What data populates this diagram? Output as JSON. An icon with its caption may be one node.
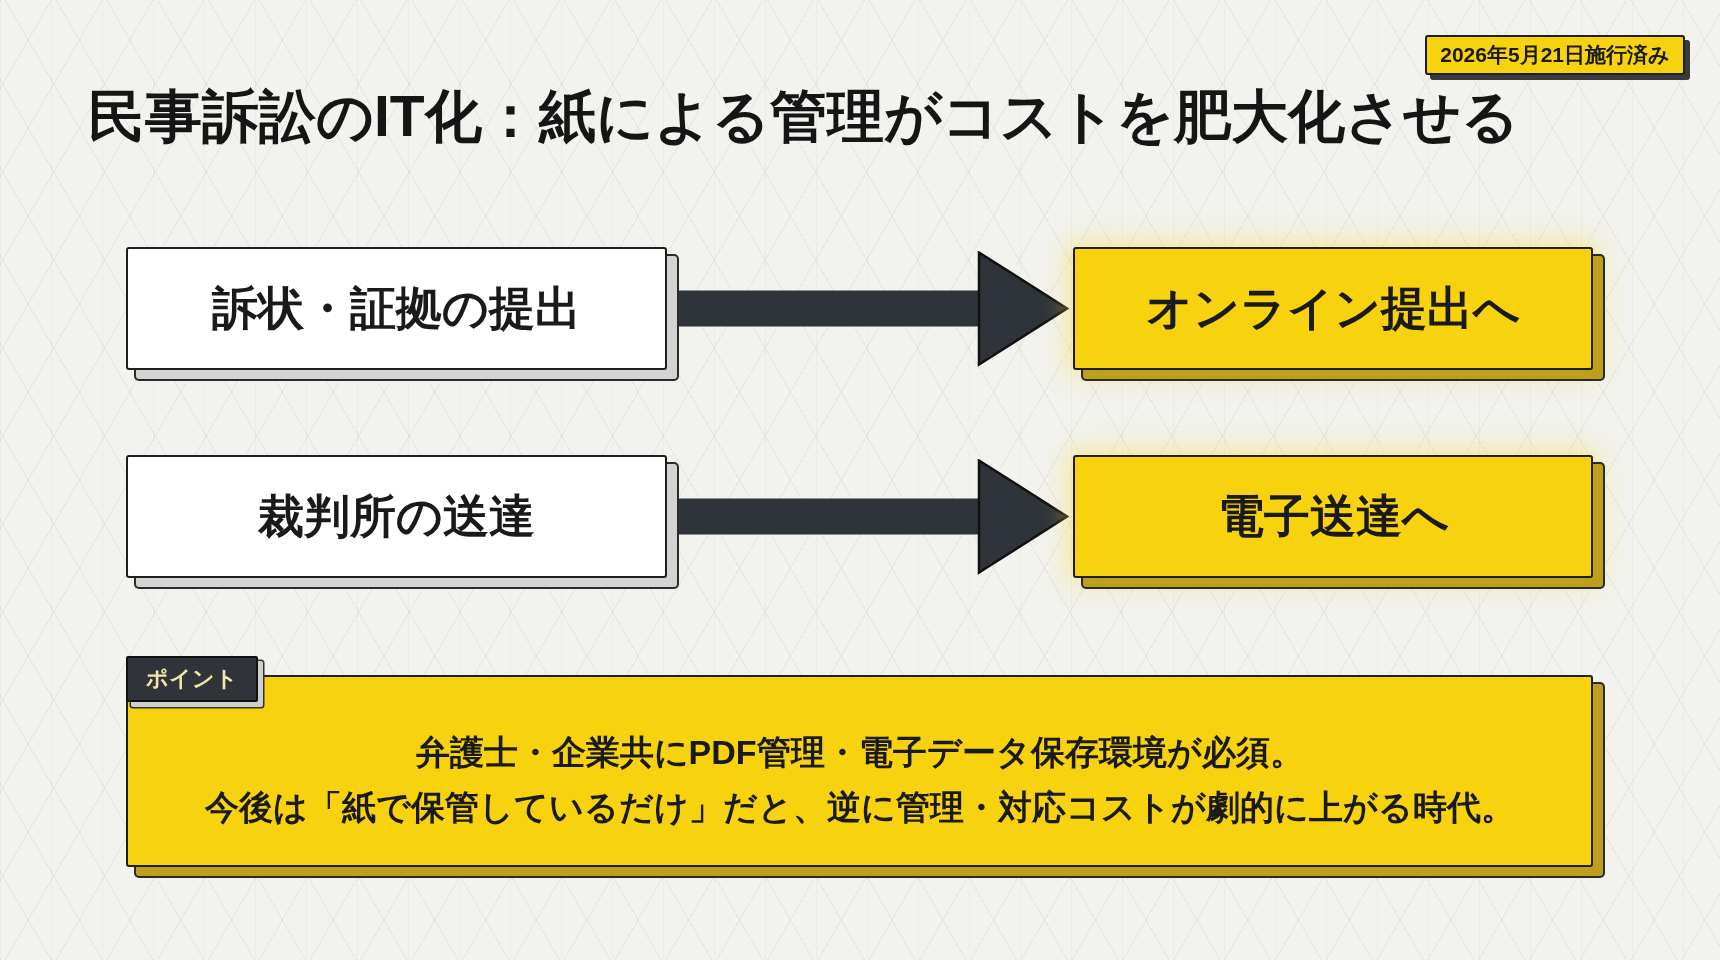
{
  "diagram": {
    "title": "民事訴訟のIT化：紙による管理がコストを肥大化させる",
    "nodes": [
      {
        "text": [
          "2026年5月21日施行済み"
        ]
      },
      {
        "text": [
          "訴状・証拠の提出"
        ]
      },
      {
        "text": [
          "オンライン提出へ"
        ]
      },
      {
        "text": [
          "裁判所の送達"
        ]
      },
      {
        "text": [
          "電子送達へ"
        ]
      },
      {
        "text": [
          "ポイント",
          "弁護士・企業共にPDF管理・電子データ保存環境が必須。",
          "今後は「紙で保管しているだけ」だと、逆に管理・対応コストが劇的に上がる時代。"
        ]
      }
    ],
    "edges": [
      {
        "from": 1,
        "to": 2,
        "arrow": "to"
      },
      {
        "from": 3,
        "to": 4,
        "arrow": "to"
      }
    ]
  }
}
